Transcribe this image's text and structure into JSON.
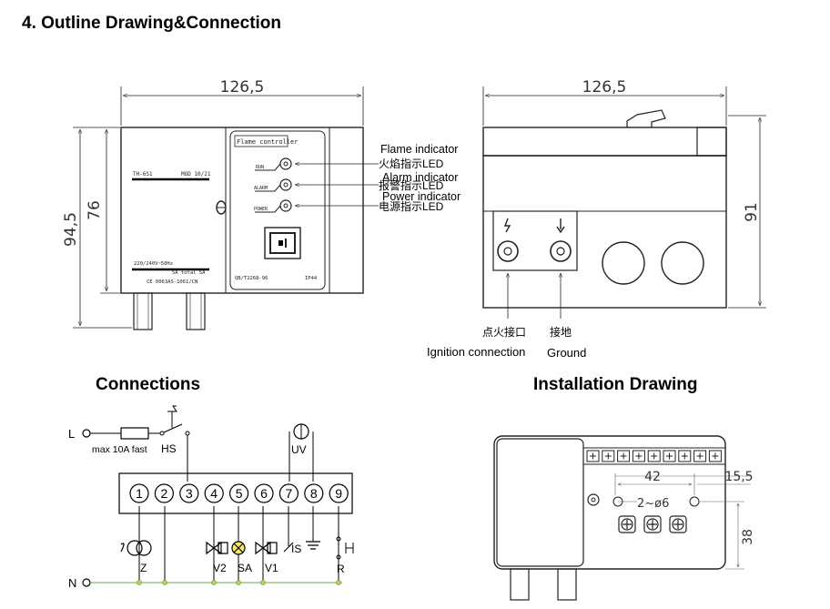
{
  "headings": {
    "section_title": "4. Outline Drawing&Connection",
    "connections": "Connections",
    "installation": "Installation Drawing"
  },
  "front_view": {
    "width_dim": "126,5",
    "height_outer_dim": "94,5",
    "height_inner_dim": "76",
    "panel_title": "Flame controller",
    "model_left": "TH-6S1",
    "model_right": "MOD 10/21",
    "rating": "220/240V~50Hz",
    "current": "5A total 5A",
    "cert": "CE 0063AS-1061/CN",
    "standard": "QB/T2268-96",
    "ip": "IP44",
    "led_tags": [
      "RUN",
      "ALARM",
      "POWER"
    ]
  },
  "indicators": [
    {
      "en": "Flame indicator",
      "cn": "火焰指示LED"
    },
    {
      "en": "Alarm indicator",
      "cn": "报警指示LED"
    },
    {
      "en": "Power indicator",
      "cn": "电源指示LED"
    }
  ],
  "side_view": {
    "width_dim": "126,5",
    "height_dim": "91",
    "ignition_cn": "点火接口",
    "ignition_en": "Ignition connection",
    "ground_cn": "接地",
    "ground_en": "Ground"
  },
  "connections": {
    "L": "L",
    "N": "N",
    "fuse": "max  10A  fast",
    "hs": "HS",
    "uv": "UV",
    "terminals": [
      "1",
      "2",
      "3",
      "4",
      "5",
      "6",
      "7",
      "8",
      "9"
    ],
    "z": "Z",
    "v2": "V2",
    "sa": "SA",
    "v1": "V1",
    "is": "IS",
    "r": "R"
  },
  "installation": {
    "dim_42": "42",
    "dim_155": "15,5",
    "holes": "2~ø6",
    "dim_38": "38"
  }
}
